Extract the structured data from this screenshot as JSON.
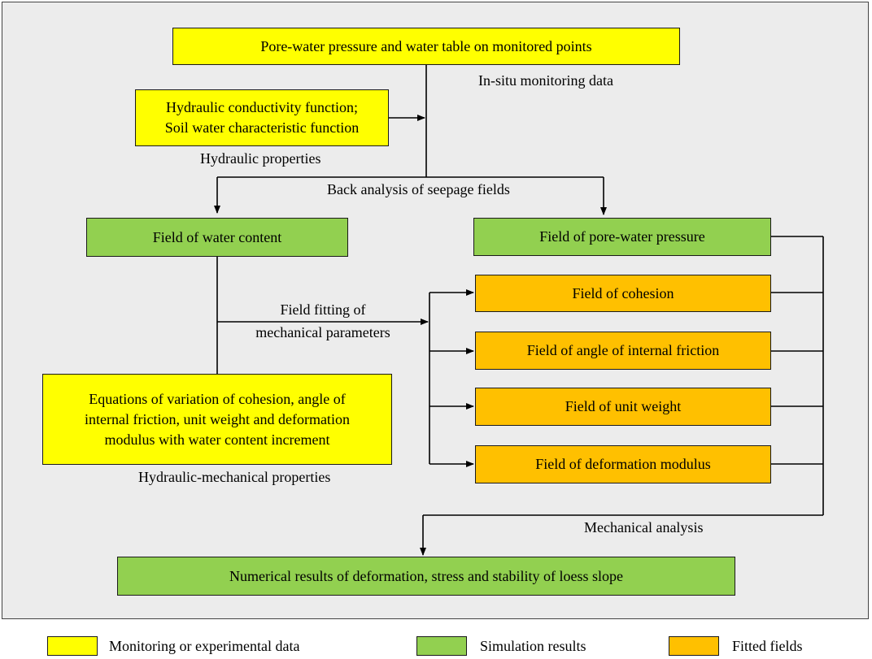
{
  "boxes": {
    "monitored_points": "Pore-water pressure and water table on monitored points",
    "hydraulic_functions": [
      "Hydraulic conductivity function;",
      "Soil water characteristic function"
    ],
    "water_content": "Field of water content",
    "pore_pressure": "Field of pore-water pressure",
    "cohesion": "Field of cohesion",
    "friction": "Field of angle of internal friction",
    "unit_weight": "Field of unit weight",
    "deformation_modulus": "Field of deformation modulus",
    "equations": [
      "Equations of variation of cohesion, angle of",
      "internal friction, unit weight  and deformation",
      "modulus with water content increment"
    ],
    "numerical_results": "Numerical results of deformation, stress and stability of loess slope"
  },
  "labels": {
    "in_situ": "In-situ monitoring data",
    "hydraulic_properties": "Hydraulic properties",
    "back_analysis": "Back analysis of seepage fields",
    "field_fitting": [
      "Field fitting of",
      "mechanical parameters"
    ],
    "hydro_mechanical": "Hydraulic-mechanical properties",
    "mechanical_analysis": "Mechanical analysis"
  },
  "legend": {
    "monitoring": "Monitoring or experimental data",
    "simulation": "Simulation results",
    "fitted": "Fitted fields"
  },
  "colors": {
    "monitoring": "#ffff00",
    "simulation": "#92d050",
    "fitted": "#ffc000"
  }
}
